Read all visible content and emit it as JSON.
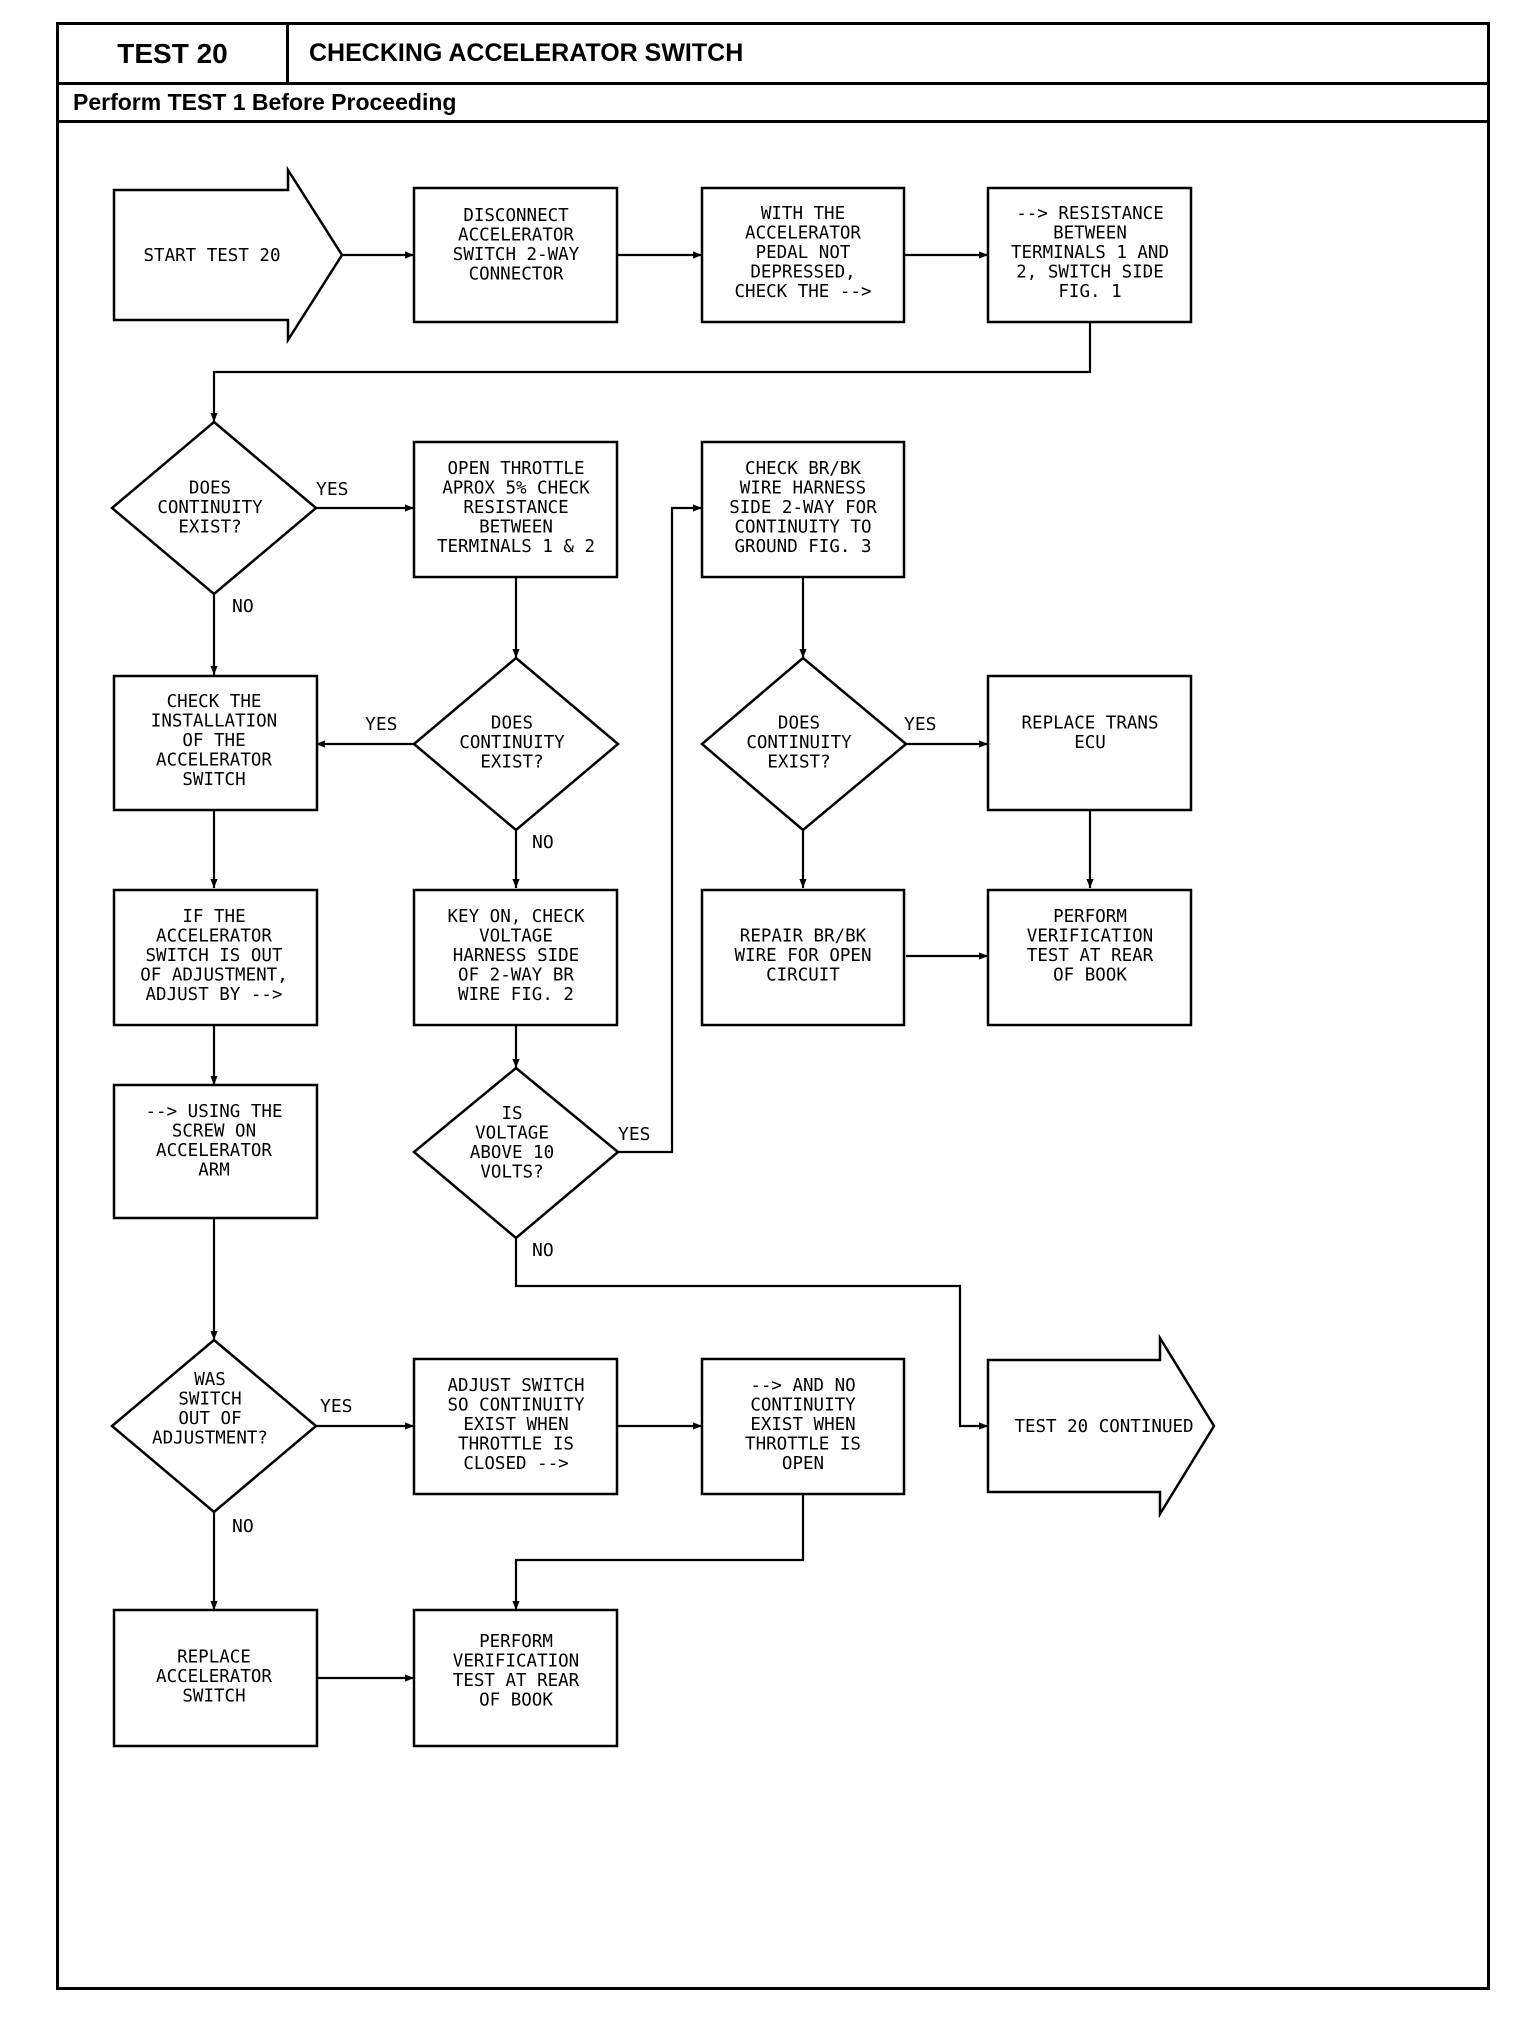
{
  "header": {
    "test_id": "TEST 20",
    "title": "CHECKING ACCELERATOR SWITCH",
    "prerequisite": "Perform TEST 1 Before Proceeding"
  },
  "flow": {
    "start": [
      "START TEST 20"
    ],
    "disconnect": [
      "DISCONNECT",
      "ACCELERATOR",
      "SWITCH 2-WAY",
      "CONNECTOR"
    ],
    "with_pedal": [
      "WITH THE",
      "ACCELERATOR",
      "PEDAL NOT",
      "DEPRESSED,",
      "CHECK THE -->"
    ],
    "resistance": [
      "--> RESISTANCE",
      "BETWEEN",
      "TERMINALS 1 AND",
      "2, SWITCH SIDE",
      "FIG. 1"
    ],
    "does_continuity_1": [
      "DOES",
      "CONTINUITY",
      "EXIST?"
    ],
    "open_throttle": [
      "OPEN THROTTLE",
      "APROX 5% CHECK",
      "RESISTANCE",
      "BETWEEN",
      "TERMINALS 1 & 2"
    ],
    "check_brbk": [
      "CHECK BR/BK",
      "WIRE HARNESS",
      "SIDE 2-WAY FOR",
      "CONTINUITY TO",
      "GROUND FIG. 3"
    ],
    "check_install": [
      "CHECK THE",
      "INSTALLATION",
      "OF THE",
      "ACCELERATOR",
      "SWITCH"
    ],
    "does_continuity_2": [
      "DOES",
      "CONTINUITY",
      "EXIST?"
    ],
    "does_continuity_3": [
      "DOES",
      "CONTINUITY",
      "EXIST?"
    ],
    "replace_ecu": [
      "REPLACE TRANS",
      "ECU"
    ],
    "if_out_adjust": [
      "IF THE",
      "ACCELERATOR",
      "SWITCH IS OUT",
      "OF ADJUSTMENT,",
      "ADJUST BY -->"
    ],
    "key_on": [
      "KEY ON, CHECK",
      "VOLTAGE",
      "HARNESS SIDE",
      "OF 2-WAY BR",
      "WIRE FIG. 2"
    ],
    "repair_brbk": [
      "REPAIR BR/BK",
      "WIRE FOR OPEN",
      "CIRCUIT"
    ],
    "perform_verify_1": [
      "PERFORM",
      "VERIFICATION",
      "TEST AT REAR",
      "OF BOOK"
    ],
    "using_screw": [
      "--> USING THE",
      "SCREW ON",
      "ACCELERATOR",
      "ARM"
    ],
    "is_voltage": [
      "IS",
      "VOLTAGE",
      "ABOVE 10",
      "VOLTS?"
    ],
    "was_switch": [
      "WAS",
      "SWITCH",
      "OUT OF",
      "ADJUSTMENT?"
    ],
    "adjust_switch": [
      "ADJUST SWITCH",
      "SO CONTINUITY",
      "EXIST WHEN",
      "THROTTLE IS",
      "CLOSED -->"
    ],
    "and_no_cont": [
      "--> AND NO",
      "CONTINUITY",
      "EXIST WHEN",
      "THROTTLE IS",
      "OPEN"
    ],
    "test_continued": [
      "TEST 20 CONTINUED"
    ],
    "replace_switch": [
      "REPLACE",
      "ACCELERATOR",
      "SWITCH"
    ],
    "perform_verify_2": [
      "PERFORM",
      "VERIFICATION",
      "TEST AT REAR",
      "OF BOOK"
    ]
  },
  "labels": {
    "yes": "YES",
    "no": "NO"
  }
}
